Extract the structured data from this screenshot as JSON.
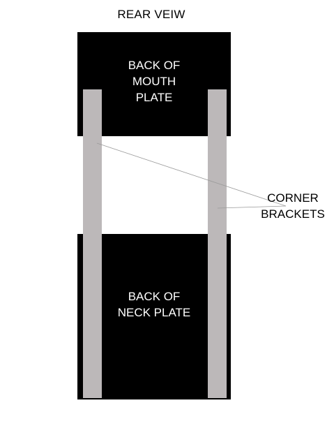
{
  "title": "REAR VEIW",
  "top_plate": {
    "label": "BACK OF\nMOUTH\nPLATE"
  },
  "bottom_plate": {
    "label": "BACK OF\nNECK PLATE"
  },
  "callout": {
    "label": "CORNER\nBRACKETS"
  },
  "colors": {
    "plate": "#000000",
    "bracket": "#bcb8b9",
    "leader": "#9a9a9a",
    "background": "#ffffff"
  }
}
